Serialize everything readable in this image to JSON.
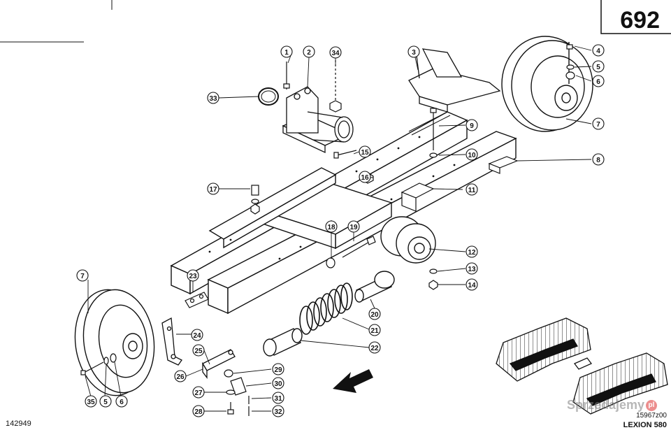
{
  "page": {
    "page_number": "692",
    "drawing_ref_left": "142949",
    "drawing_ref_right": "15967z00",
    "model": "LEXION 580",
    "watermark": "Sprzedajemy",
    "watermark_suffix": "pl"
  },
  "callouts": [
    {
      "id": "c1",
      "label": "1"
    },
    {
      "id": "c2",
      "label": "2"
    },
    {
      "id": "c34",
      "label": "34"
    },
    {
      "id": "c3",
      "label": "3"
    },
    {
      "id": "c4",
      "label": "4"
    },
    {
      "id": "c5a",
      "label": "5"
    },
    {
      "id": "c6a",
      "label": "6"
    },
    {
      "id": "c7a",
      "label": "7"
    },
    {
      "id": "c33",
      "label": "33"
    },
    {
      "id": "c9",
      "label": "9"
    },
    {
      "id": "c10",
      "label": "10"
    },
    {
      "id": "c15",
      "label": "15"
    },
    {
      "id": "c16",
      "label": "16"
    },
    {
      "id": "c8",
      "label": "8"
    },
    {
      "id": "c17",
      "label": "17"
    },
    {
      "id": "c11",
      "label": "11"
    },
    {
      "id": "c18",
      "label": "18"
    },
    {
      "id": "c19",
      "label": "19"
    },
    {
      "id": "c12",
      "label": "12"
    },
    {
      "id": "c13",
      "label": "13"
    },
    {
      "id": "c14",
      "label": "14"
    },
    {
      "id": "c7b",
      "label": "7"
    },
    {
      "id": "c23",
      "label": "23"
    },
    {
      "id": "c20",
      "label": "20"
    },
    {
      "id": "c21",
      "label": "21"
    },
    {
      "id": "c24",
      "label": "24"
    },
    {
      "id": "c22",
      "label": "22"
    },
    {
      "id": "c25",
      "label": "25"
    },
    {
      "id": "c26",
      "label": "26"
    },
    {
      "id": "c29",
      "label": "29"
    },
    {
      "id": "c30",
      "label": "30"
    },
    {
      "id": "c27",
      "label": "27"
    },
    {
      "id": "c31",
      "label": "31"
    },
    {
      "id": "c28",
      "label": "28"
    },
    {
      "id": "c32",
      "label": "32"
    },
    {
      "id": "c35",
      "label": "35"
    },
    {
      "id": "c5b",
      "label": "5"
    },
    {
      "id": "c6b",
      "label": "6"
    }
  ]
}
